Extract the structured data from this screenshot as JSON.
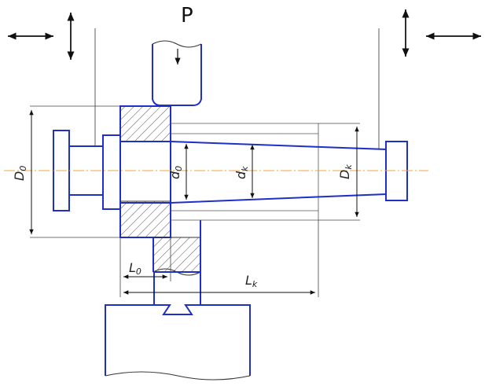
{
  "labels": {
    "force": "P",
    "outer_diameter": "D",
    "outer_diameter_sub": "0",
    "inner_diameter": "d",
    "inner_diameter_sub": "0",
    "mid_diameter": "d",
    "mid_diameter_sub": "k",
    "end_diameter": "D",
    "end_diameter_sub": "k",
    "length_initial": "L",
    "length_initial_sub": "0",
    "length_final": "L",
    "length_final_sub": "k"
  },
  "colors": {
    "part": "#1f2fc8",
    "lines": "#333333",
    "axis": "#f0a640",
    "hatch": "#555555"
  },
  "icons": [
    "double-arrow-left-right-icon",
    "double-arrow-up-down-icon"
  ]
}
